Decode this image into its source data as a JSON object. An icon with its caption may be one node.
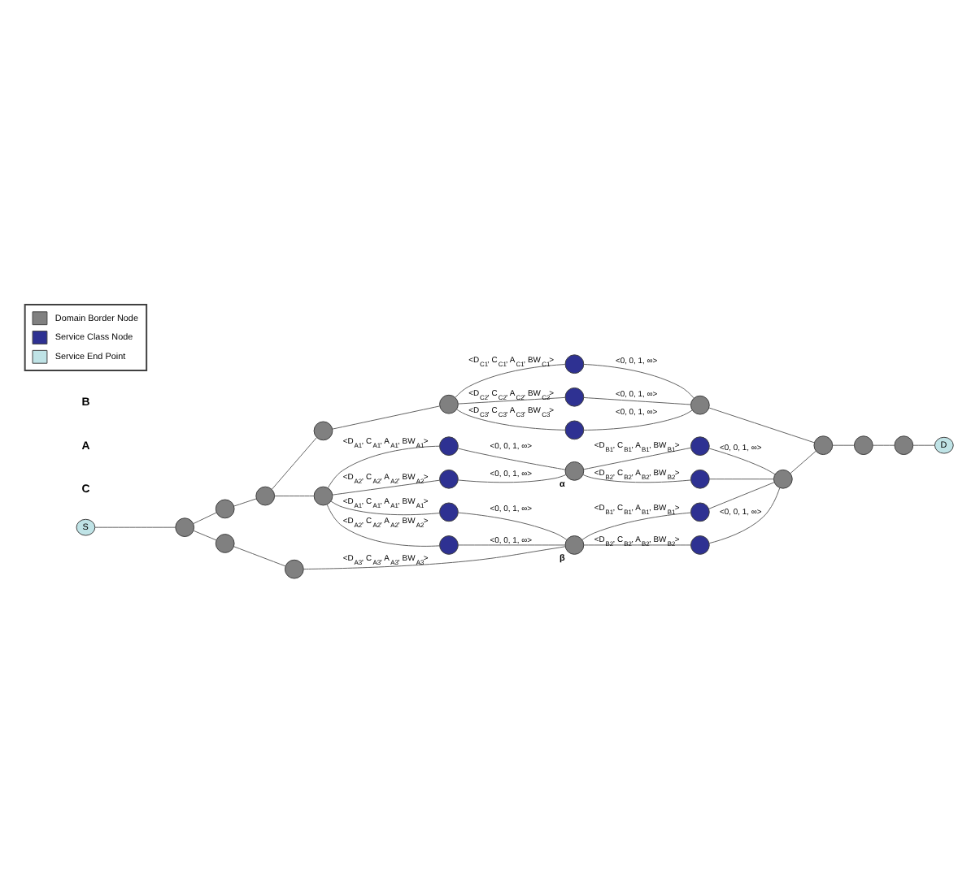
{
  "diagram": {
    "nodes": [
      {
        "text": [],
        "shape": "circle"
      },
      {
        "text": [],
        "shape": "circle"
      },
      {
        "text": [],
        "shape": "circle"
      },
      {
        "text": [],
        "shape": "circle"
      },
      {
        "text": [],
        "shape": "circle"
      },
      {
        "text": [],
        "shape": "circle"
      },
      {
        "text": [],
        "shape": "circle"
      },
      {
        "text": [],
        "shape": "circle"
      },
      {
        "text": [],
        "shape": "circle"
      },
      {
        "text": [],
        "shape": "circle"
      },
      {
        "text": [],
        "shape": "circle",
        "beside": [
          "α"
        ]
      },
      {
        "text": [],
        "shape": "circle"
      },
      {
        "text": [],
        "shape": "circle"
      },
      {
        "text": [],
        "shape": "circle"
      },
      {
        "text": [],
        "shape": "circle"
      },
      {
        "text": [],
        "shape": "circle"
      },
      {
        "text": [],
        "shape": "circle"
      },
      {
        "text": [],
        "shape": "circle",
        "beside": [
          "β"
        ]
      },
      {
        "text": [],
        "shape": "circle"
      },
      {
        "text": [],
        "shape": "circle"
      },
      {
        "text": [],
        "shape": "circle"
      },
      {
        "text": [],
        "shape": "circle"
      },
      {
        "text": [],
        "shape": "circle"
      },
      {
        "text": [],
        "shape": "circle"
      },
      {
        "text": [],
        "shape": "circle"
      },
      {
        "text": [],
        "shape": "circle"
      },
      {
        "text": [
          "D"
        ]
      },
      {
        "text": [
          "S"
        ]
      }
    ],
    "edges": [
      {
        "from": 27,
        "to": 25,
        "arrow": "none"
      },
      {
        "from": 25,
        "to": 21,
        "arrow": "none"
      },
      {
        "from": 21,
        "to": 11,
        "arrow": "none"
      },
      {
        "from": 11,
        "to": 3,
        "arrow": "none"
      },
      {
        "from": 3,
        "to": 1,
        "arrow": "none"
      },
      {
        "from": 11,
        "to": 8,
        "arrow": "none"
      },
      {
        "from": 25,
        "to": 23,
        "arrow": "none"
      },
      {
        "from": 23,
        "to": 19,
        "arrow": "none"
      },
      {
        "from": 19,
        "to": 17,
        "arrow": "none",
        "label": "<D$_{A3}$, C$_{A3}$, A$_{A3}$, BW$_{A3}$>"
      },
      {
        "from": 1,
        "to": 0,
        "arrow": "none",
        "label": "<D$_{C1}$, C$_{C1}$, A$_{C1}$, BW$_{C1}$>"
      },
      {
        "from": 1,
        "to": 2,
        "arrow": "none",
        "label": "<D$_{C2}$, C$_{C2}$, A$_{C2}$, BW$_{C2}$>"
      },
      {
        "from": 1,
        "to": 5,
        "arrow": "none",
        "label": "<D$_{C3}$, C$_{C3}$, A$_{C3}$, BW$_{C3}$>"
      },
      {
        "from": 0,
        "to": 4,
        "arrow": "none",
        "label": "<0, 0, 1, ∞>"
      },
      {
        "from": 2,
        "to": 4,
        "arrow": "none",
        "label": "<0, 0, 1, ∞>"
      },
      {
        "from": 5,
        "to": 4,
        "arrow": "none",
        "label": "<0, 0, 1, ∞>"
      },
      {
        "from": 4,
        "to": 12,
        "arrow": "none"
      },
      {
        "from": 8,
        "to": 6,
        "arrow": "none",
        "label": "<D$_{A1}$, C$_{A1}$, A$_{A1}$, BW$_{A1}$>"
      },
      {
        "from": 6,
        "to": 10,
        "arrow": "none",
        "label": "<0, 0, 1, ∞>"
      },
      {
        "from": 8,
        "to": 9,
        "arrow": "none",
        "label": "<D$_{A2}$, C$_{A2}$, A$_{A2}$, BW$_{A2}$>"
      },
      {
        "from": 9,
        "to": 10,
        "arrow": "none",
        "label": "<0, 0, 1, ∞>"
      },
      {
        "from": 8,
        "to": 14,
        "arrow": "none",
        "label": "<D$_{A1}$, C$_{A1}$, A$_{A1}$, BW$_{A1}$>"
      },
      {
        "from": 14,
        "to": 17,
        "arrow": "none",
        "label": "<0, 0, 1, ∞>"
      },
      {
        "from": 8,
        "to": 16,
        "arrow": "none",
        "label": "<D$_{A2}$, C$_{A2}$, A$_{A2}$, BW$_{A2}$>"
      },
      {
        "from": 16,
        "to": 17,
        "arrow": "none",
        "label": "<0, 0, 1, ∞>"
      },
      {
        "from": 10,
        "to": 7,
        "arrow": "none",
        "label": "<D$_{B1}$, C$_{B1}$, A$_{B1}$, BW$_{B1}$>"
      },
      {
        "from": 7,
        "to": 15,
        "arrow": "none",
        "label": "<0, 0, 1, ∞>"
      },
      {
        "from": 10,
        "to": 13,
        "arrow": "none",
        "label": "<D$_{B2}$, C$_{B2}$, A$_{B2}$, BW$_{B2}$>"
      },
      {
        "from": 13,
        "to": 15,
        "arrow": "none"
      },
      {
        "from": 17,
        "to": 18,
        "arrow": "none",
        "label": "<D$_{B1}$, C$_{B1}$, A$_{B1}$, BW$_{B1}$>"
      },
      {
        "from": 18,
        "to": 15,
        "arrow": "none"
      },
      {
        "from": 17,
        "to": 22,
        "arrow": "none",
        "label": "<D$_{B2}$, C$_{B2}$, A$_{B2}$, BW$_{B2}$>"
      },
      {
        "from": 22,
        "to": 15,
        "arrow": "none",
        "label": "<0, 0, 1, ∞>"
      },
      {
        "from": 15,
        "to": 12,
        "arrow": "none"
      },
      {
        "from": 12,
        "to": 20,
        "arrow": "none"
      },
      {
        "from": 20,
        "to": 24,
        "arrow": "none"
      },
      {
        "from": 24,
        "to": 26,
        "arrow": "none"
      }
    ],
    "labels": [
      "C",
      "A",
      "B"
    ],
    "legend": [
      {
        "text": "Domain Border Node",
        "color": "#808080"
      },
      {
        "text": "Service Class Node",
        "color": "#2e3192"
      },
      {
        "text": "Service End Point",
        "color": "#bfe3e6"
      }
    ]
  }
}
